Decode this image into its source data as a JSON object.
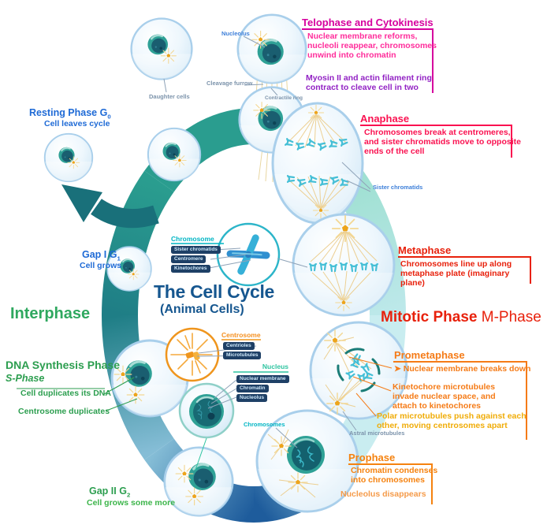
{
  "center": {
    "title": "The Cell Cycle",
    "subtitle": "(Animal Cells)"
  },
  "phases": {
    "telophase": {
      "title": "Telophase and Cytokinesis",
      "desc1": "Nuclear membrane reforms, nucleoli reappear, chromosomes unwind into chromatin",
      "desc2": "Myosin II and actin filament ring contract to cleave cell in two"
    },
    "anaphase": {
      "title": "Anaphase",
      "desc": "Chromosomes break at centromeres, and sister chromatids move to opposite ends of the cell"
    },
    "metaphase": {
      "title": "Metaphase",
      "desc": "Chromosomes line up along metaphase plate (imaginary plane)"
    },
    "mitotic": {
      "bold": "Mitotic Phase",
      "rest": " M-Phase"
    },
    "prometaphase": {
      "title": "Prometaphase",
      "arrow": "➤",
      "line1": " Nuclear membrane breaks down",
      "desc2": "Kinetochore microtubules invade nuclear space, and attach to kinetochores",
      "desc3": "Polar microtubules push against each other, moving centrosomes apart"
    },
    "prophase": {
      "title": "Prophase",
      "desc1": "Chromatin condenses into chromosomes",
      "desc2": "Nucleolus disappears"
    },
    "resting": {
      "title": "Resting Phase G",
      "sub": "0",
      "desc": "Cell leaves cycle"
    },
    "gap1": {
      "title": "Gap I G",
      "sub": "1",
      "desc": "Cell grows"
    },
    "interphase": {
      "title": "Interphase"
    },
    "sphase": {
      "title": "DNA Synthesis Phase",
      "subtitle": "S-Phase",
      "item1": "Cell duplicates its DNA",
      "item2": "Centrosome duplicates"
    },
    "gap2": {
      "title": "Gap II G",
      "sub": "2",
      "desc": "Cell grows some more"
    }
  },
  "insets": {
    "chromosome": {
      "title": "Chromosome",
      "labels": [
        "Sister chromatids",
        "Centromere",
        "Kinetochores"
      ]
    },
    "centrosome": {
      "title": "Centrosome",
      "labels": [
        "Centrioles",
        "Microtubules"
      ]
    },
    "nucleus": {
      "title": "Nucleus",
      "labels": [
        "Nuclear membrane",
        "Chromatin",
        "Nucleolus"
      ]
    }
  },
  "callouts": {
    "nucleolus": "Nucleolus",
    "cleavage_furrow": "Cleavage furrow",
    "daughter_cells": "Daughter cells",
    "contractile_ring": "Contractile ring",
    "sister_chromatids": "Sister chromatids",
    "astral_microtubules": "Astral microtubules",
    "chromosomes": "Chromosomes"
  },
  "colors": {
    "telophase": "#d6009e",
    "telophase_desc": "#ff2d9b",
    "myosin": "#9222c4",
    "anaphase": "#fa1150",
    "metaphase": "#e8210c",
    "prometaphase": "#f57b17",
    "polar_yellow": "#f0ac08",
    "prophase": "#f5820f",
    "blue": "#1e6ad6",
    "green": "#2c9e4f",
    "title_blue": "#15568f",
    "teal_label": "#00b5c4",
    "pill_bg": "#1e4066",
    "band_teal": "#2a9d8f",
    "band_blue": "#1e5c9c"
  }
}
